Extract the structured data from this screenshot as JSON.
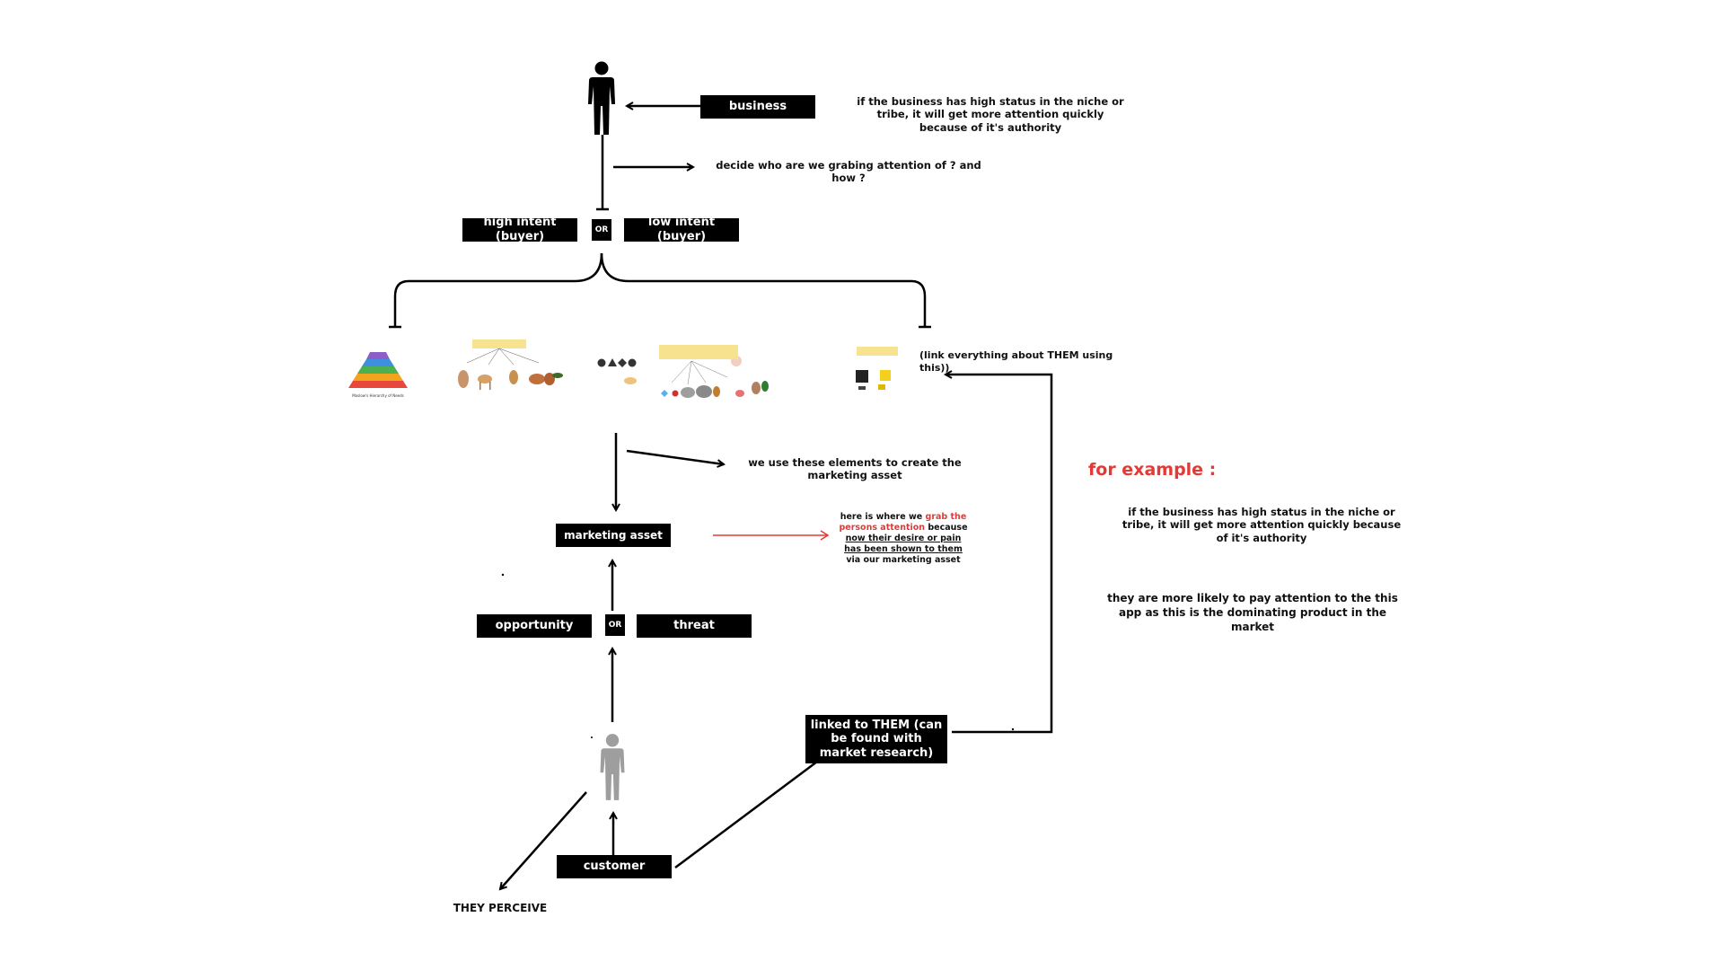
{
  "labels": {
    "business": "business",
    "high_intent": "high intent (buyer)",
    "or_top": "OR",
    "low_intent": "low intent (buyer)",
    "marketing_asset": "marketing asset",
    "opportunity": "opportunity",
    "or_mid": "OR",
    "threat": "threat",
    "linked": "linked to THEM (can be found with market research)",
    "customer": "customer"
  },
  "texts": {
    "business_note": "if the business has high status in the niche or tribe, it will get more attention quickly because of it's authority",
    "decide": "decide who are we grabing attention of ? and how ?",
    "link_everything": "(link everything about THEM using this))",
    "use_elements": "we use these elements to create the marketing asset",
    "attention_1": "here is where we ",
    "attention_red": "grab the persons attention",
    "attention_2": " because ",
    "attention_u": "now their desire or pain has been shown to them",
    "attention_3": " via our marketing asset",
    "they_perceive": "THEY PERCEIVE",
    "for_example": "for example :",
    "example_1": "if the business has high status in the niche or tribe, it will get more attention quickly because of it's authority",
    "example_2": "they are more likely to pay attention to the this app as this is the dominating  product in the market"
  },
  "thumbnails": {
    "maslow_caption": "Maslow's Hierarchy of Needs"
  },
  "colors": {
    "label_bg": "#000000",
    "accent_red": "#e53935",
    "person_business": "#000000",
    "person_customer": "#9e9e9e",
    "sticky_note": "#f7e38f"
  }
}
